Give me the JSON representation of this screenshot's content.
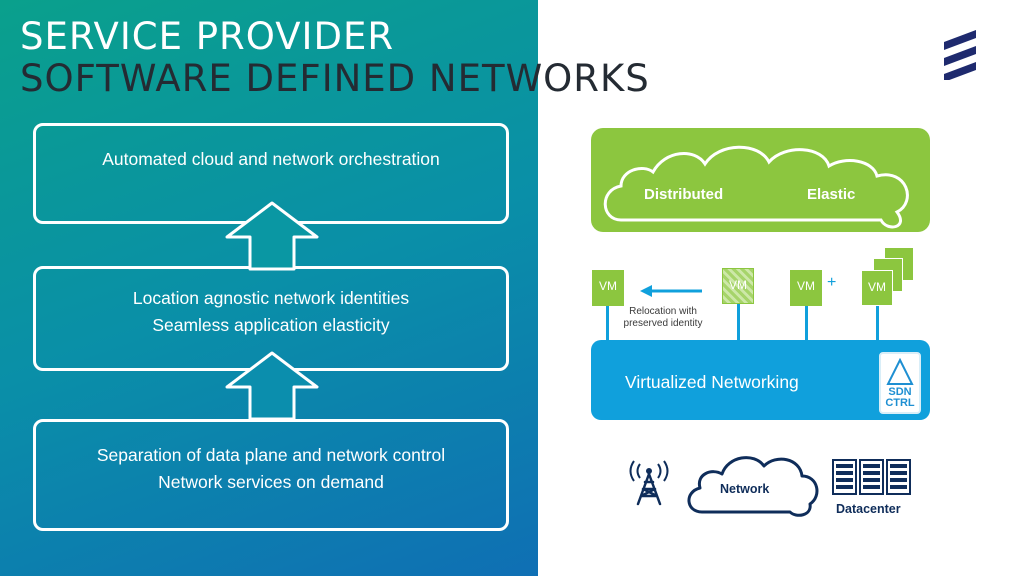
{
  "title": {
    "line1": "SERVICE PROVIDER",
    "line2": "SOFTWARE DEFINED NETWORKS"
  },
  "stack": {
    "box1": [
      "Automated cloud and network orchestration"
    ],
    "box2": [
      "Location agnostic network identities",
      "Seamless application elasticity"
    ],
    "box3": [
      "Separation of data plane and network control",
      "Network services on demand"
    ]
  },
  "cloud": {
    "label_left": "Distributed",
    "label_right": "Elastic",
    "color": "#8cc63f"
  },
  "vms": {
    "vm1": "VM",
    "vm2": "VM",
    "vm3": "VM",
    "vm4": "VM",
    "plus": "+"
  },
  "relocation_text": "Relocation with preserved identity",
  "virtualized_networking": {
    "label": "Virtualized Networking",
    "color": "#10a0dc"
  },
  "sdn": {
    "line1": "SDN",
    "line2": "CTRL"
  },
  "bottom": {
    "network_label": "Network",
    "datacenter_label": "Datacenter"
  },
  "icons": {
    "logo": "ericsson-logo-icon",
    "antenna": "antenna-tower-icon",
    "cloud": "network-cloud-icon",
    "servers": "server-rack-icon",
    "sdn": "triangle-icon"
  }
}
